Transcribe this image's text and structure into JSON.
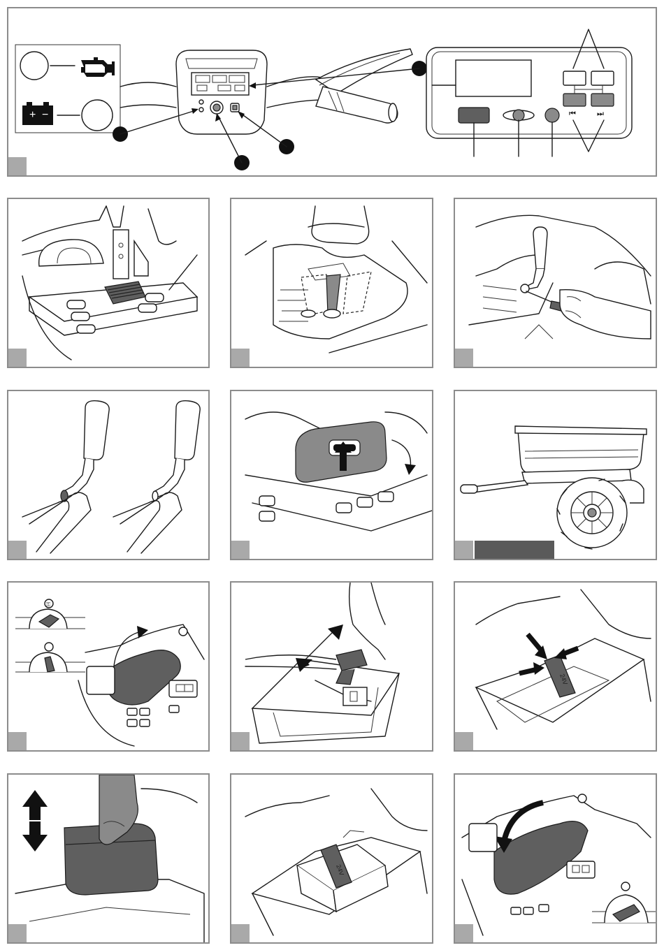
{
  "panels": [
    {
      "id": "1",
      "label": ""
    },
    {
      "id": "2",
      "label": ""
    },
    {
      "id": "3",
      "label": ""
    },
    {
      "id": "4",
      "label": ""
    },
    {
      "id": "5",
      "label": ""
    },
    {
      "id": "6",
      "label": ""
    },
    {
      "id": "7",
      "label": ""
    },
    {
      "id": "8",
      "label": ""
    },
    {
      "id": "9",
      "label": ""
    },
    {
      "id": "10",
      "label": ""
    },
    {
      "id": "11",
      "label": ""
    },
    {
      "id": "12",
      "label": ""
    },
    {
      "id": "13",
      "label": ""
    }
  ],
  "dashboard": {
    "battery_plus": "+",
    "battery_minus": "−",
    "prev_track_symbol": "⏮",
    "next_track_symbol": "⏭"
  },
  "battery_label": "24V",
  "icons": [
    "engine-icon",
    "battery-icon",
    "prev-track-icon",
    "next-track-icon",
    "up-arrow-icon",
    "curved-arrow-icon",
    "double-arrow-icon",
    "lock-icon"
  ]
}
